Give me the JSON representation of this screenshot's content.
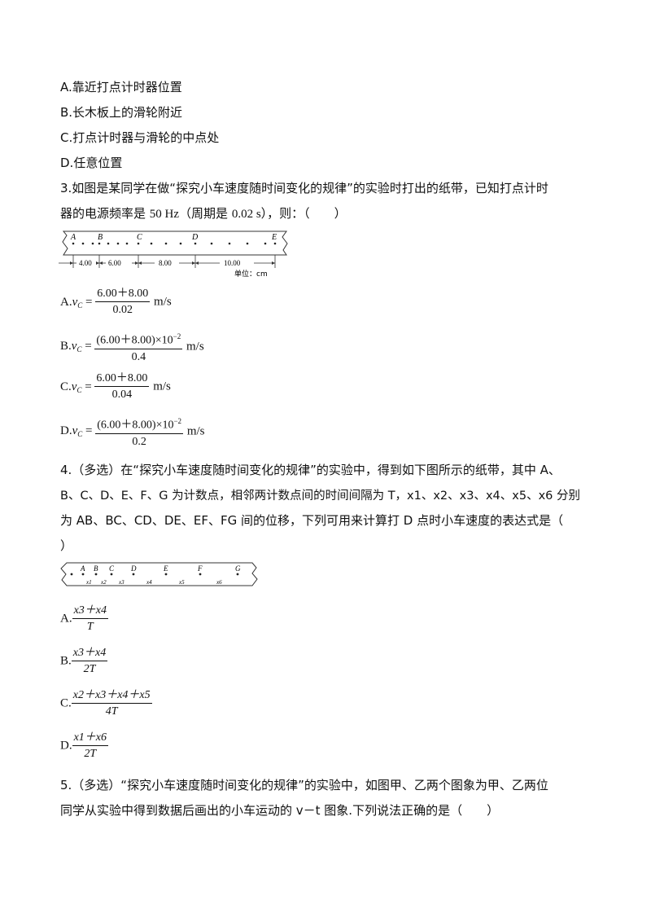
{
  "options_q2": {
    "a": "A.靠近打点计时器位置",
    "b": "B.长木板上的滑轮附近",
    "c": "C.打点计时器与滑轮的中点处",
    "d": "D.任意位置"
  },
  "q3": {
    "line1": "3.如图是某同学在做“探究小车速度随时间变化的规律”的实验时打出的纸带，已知打点计时",
    "line2_pre": "器的电源频率是 ",
    "freq": "50 Hz",
    "line2_mid": "（周期是 ",
    "period": "0.02 s",
    "line2_post": "），则：（　　）",
    "tape": {
      "points": [
        "A",
        "B",
        "C",
        "D",
        "E"
      ],
      "distances": [
        "4.00",
        "6.00",
        "8.00",
        "10.00"
      ],
      "unit": "单位：cm"
    },
    "options": {
      "a": {
        "label": "A.",
        "num": "6.00＋8.00",
        "den": "0.02",
        "unit": "m/s"
      },
      "b": {
        "label": "B.",
        "num": "(6.00＋8.00)×10",
        "exp": "−2",
        "den": "0.4",
        "unit": "m/s"
      },
      "c": {
        "label": "C.",
        "num": "6.00＋8.00",
        "den": "0.04",
        "unit": "m/s"
      },
      "d": {
        "label": "D.",
        "num": "(6.00＋8.00)×10",
        "exp": "−2",
        "den": "0.2",
        "unit": "m/s"
      }
    }
  },
  "q4": {
    "line1": "4.（多选）在“探究小车速度随时间变化的规律”的实验中，得到如下图所示的纸带，其中 A、",
    "line2": "B、C、D、E、F、G 为计数点，相邻两计数点间的时间间隔为 T，x1、x2、x3、x4、x5、x6 分别",
    "line3": "为 AB、BC、CD、DE、EF、FG 间的位移，下列可用来计算打 D 点时小车速度的表达式是（",
    "line4": "）",
    "tape": {
      "points": [
        "A",
        "B",
        "C",
        "D",
        "E",
        "F",
        "G"
      ],
      "segments": [
        "x1",
        "x2",
        "x3",
        "x4",
        "x5",
        "x6"
      ]
    },
    "options": {
      "a": {
        "label": "A.",
        "num": "x3＋x4",
        "den": "T"
      },
      "b": {
        "label": "B.",
        "num": "x3＋x4",
        "den": "2T"
      },
      "c": {
        "label": "C.",
        "num": "x2＋x3＋x4＋x5",
        "den": "4T"
      },
      "d": {
        "label": "D.",
        "num": "x1＋x6",
        "den": "2T"
      }
    }
  },
  "q5": {
    "line1": "5.（多选）“探究小车速度随时间变化的规律”的实验中，如图甲、乙两个图象为甲、乙两位",
    "line2": "同学从实验中得到数据后画出的小车运动的 v－t 图象.下列说法正确的是（　　）"
  }
}
